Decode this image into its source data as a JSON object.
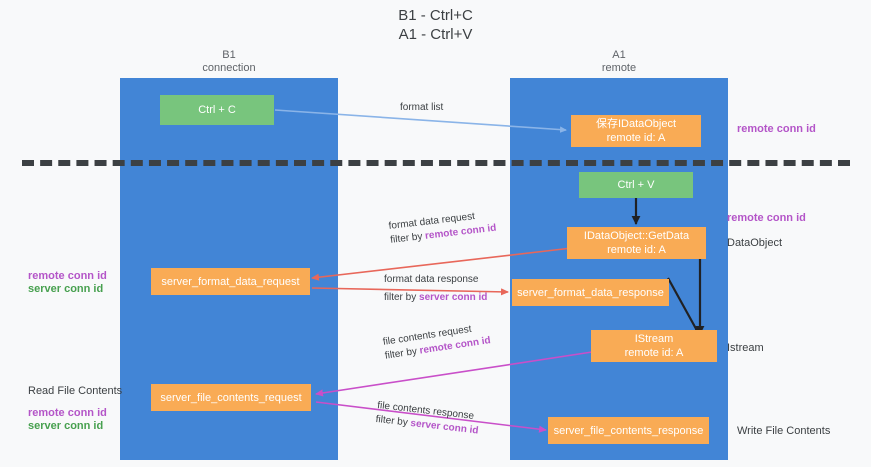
{
  "title": {
    "line1": "B1 - Ctrl+C",
    "line2": "A1 - Ctrl+V"
  },
  "columns": [
    {
      "name": "B1",
      "subtitle": "connection"
    },
    {
      "name": "A1",
      "subtitle": "remote"
    }
  ],
  "boxes": {
    "ctrl_c": {
      "line1": "Ctrl + C",
      "line2": ""
    },
    "save_idataobject": {
      "line1": "保存IDataObject",
      "line2": "remote id: A"
    },
    "ctrl_v": {
      "line1": "Ctrl + V",
      "line2": ""
    },
    "getdata": {
      "line1": "IDataObject::GetData",
      "line2": "remote id: A"
    },
    "fmt_req": {
      "line1": "server_format_data_request",
      "line2": ""
    },
    "fmt_resp": {
      "line1": "server_format_data_response",
      "line2": ""
    },
    "istream": {
      "line1": "IStream",
      "line2": "remote id: A"
    },
    "file_req": {
      "line1": "server_file_contents_request",
      "line2": ""
    },
    "file_resp": {
      "line1": "server_file_contents_response",
      "line2": ""
    }
  },
  "edges": {
    "format_list": {
      "text": "format list",
      "filter_prefix": "",
      "filter_key": ""
    },
    "format_data_request": {
      "text": "format data request",
      "filter_prefix": "filter by ",
      "filter_key": "remote conn id"
    },
    "format_data_response": {
      "text": "format data response",
      "filter_prefix": "filter by ",
      "filter_key": "server conn id"
    },
    "file_contents_request": {
      "text": "file contents request",
      "filter_prefix": "filter by ",
      "filter_key": "remote conn id"
    },
    "file_contents_response": {
      "text": "file contents response",
      "filter_prefix": "filter by ",
      "filter_key": "server conn id"
    }
  },
  "side_labels": {
    "right_remote_conn_1": "remote conn id",
    "right_remote_conn_2": "remote conn id",
    "right_dataobject": "DataObject",
    "right_istream": "Istream",
    "right_write_file": "Write File Contents",
    "left_remote_conn_1": "remote conn id",
    "left_server_conn_1": "server conn id",
    "left_read_file": "Read File Contents",
    "left_remote_conn_2": "remote conn id",
    "left_server_conn_2": "server conn id"
  },
  "colors": {
    "lane": "#4285d6",
    "green_box": "#78c57d",
    "orange_box": "#f9ab55",
    "purple": "#b455c8",
    "green_text": "#47a04f",
    "arrow_blue": "#8ab4e8",
    "arrow_red": "#e8675a",
    "arrow_magenta": "#c94fc9",
    "arrow_black": "#202124",
    "background": "#f8f9fa"
  }
}
